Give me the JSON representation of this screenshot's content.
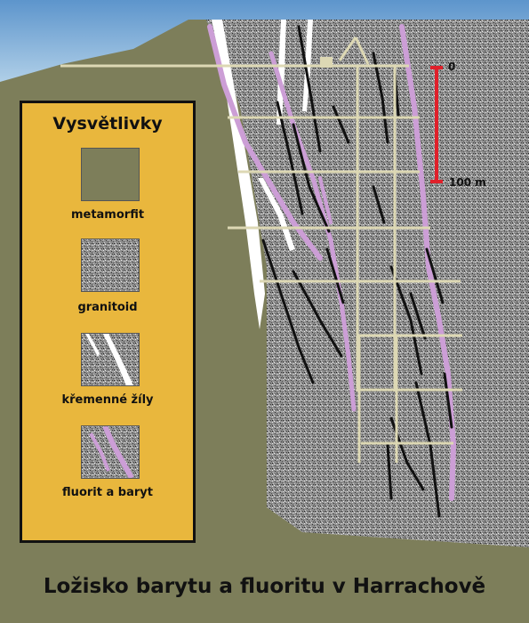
{
  "title": "Ložisko barytu a fluoritu v Harrachově",
  "legend": {
    "title": "Vysvětlivky",
    "items": [
      {
        "key": "metamorfit",
        "label": "metamorfit"
      },
      {
        "key": "granitoid",
        "label": "granitoid"
      },
      {
        "key": "quartz",
        "label": "křemenné žíly"
      },
      {
        "key": "fluorite",
        "label": "fluorit a baryt"
      }
    ]
  },
  "scale_bar": {
    "top_label": "0",
    "bottom_label": "100 m"
  },
  "colors": {
    "background": "#c4c3a6",
    "sky": "#8ab6dc",
    "metamorfit": "#7d7e5a",
    "granitoid": "#8f8f8f",
    "quartz": "#ffffff",
    "fluorite": "#cc9ed6",
    "veins": "#111111",
    "workings": "#ddd8b4",
    "legend_bg": "#e9b73d",
    "scale": "#e0202a"
  }
}
